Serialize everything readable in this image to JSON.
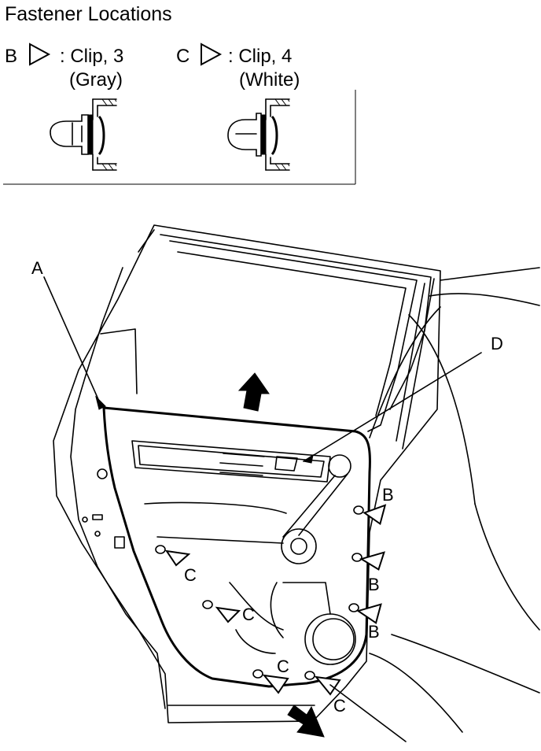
{
  "title": "Fastener Locations",
  "legend": {
    "b": {
      "letter": "B",
      "desc": ": Clip, 3",
      "color_note": "(Gray)"
    },
    "c": {
      "letter": "C",
      "desc": ": Clip, 4",
      "color_note": "(White)"
    }
  },
  "callouts": {
    "a": "A",
    "d": "D",
    "b1": "B",
    "b2": "B",
    "b3": "B",
    "c1": "C",
    "c2": "C",
    "c3": "C",
    "c4": "C"
  },
  "icons": {
    "legend_triangle": "outlined-right-triangle",
    "up_arrow": "solid-arrow-up",
    "down_arrow": "solid-arrow-down-right"
  }
}
